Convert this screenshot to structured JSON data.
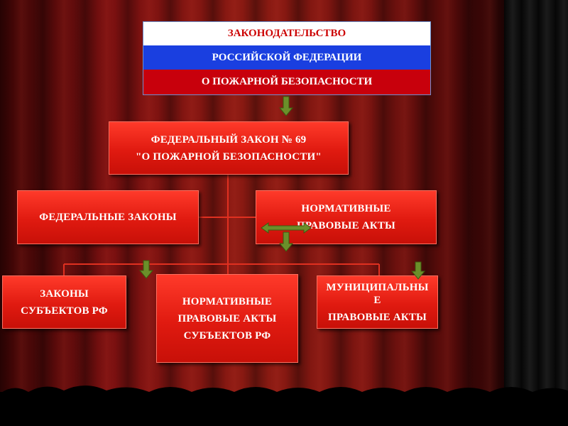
{
  "flag": {
    "line1": "ЗАКОНОДАТЕЛЬСТВО",
    "line2": "РОССИЙСКОЙ ФЕДЕРАЦИИ",
    "line3": "О ПОЖАРНОЙ БЕЗОПАСНОСТИ"
  },
  "federal_law": {
    "line1": "ФЕДЕРАЛЬНЫЙ ЗАКОН № 69",
    "line2": "\"О ПОЖАРНОЙ БЕЗОПАСНОСТИ\""
  },
  "federal_laws": "ФЕДЕРАЛЬНЫЕ ЗАКОНЫ",
  "normative_acts": {
    "line1": "НОРМАТИВНЫЕ",
    "line2": "ПРАВОВЫЕ АКТЫ"
  },
  "subject_laws": {
    "line1": "ЗАКОНЫ",
    "line2": "СУБЪЕКТОВ РФ"
  },
  "subject_acts": {
    "line1": "НОРМАТИВНЫЕ",
    "line2": "ПРАВОВЫЕ АКТЫ",
    "line3": "СУБЪЕКТОВ РФ"
  },
  "municipal_acts": {
    "line1": "МУНИЦИПАЛЬНЫ",
    "line2": "Е",
    "line3": "ПРАВОВЫЕ АКТЫ"
  },
  "colors": {
    "box": "#e01a10",
    "arrow": "#6b8f2a",
    "flag_blue": "#1a3fe0",
    "flag_red": "#c8000c"
  }
}
